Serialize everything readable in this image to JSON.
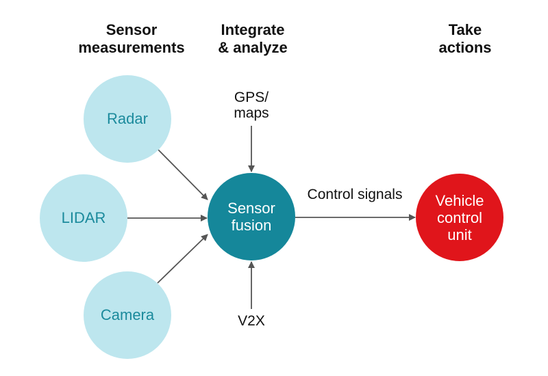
{
  "headings": {
    "sensor": [
      "Sensor",
      "measurements"
    ],
    "integrate": [
      "Integrate",
      "& analyze"
    ],
    "actions": [
      "Take",
      "actions"
    ]
  },
  "nodes": {
    "radar": "Radar",
    "lidar": "LIDAR",
    "camera": "Camera",
    "fusion": [
      "Sensor",
      "fusion"
    ],
    "vcu": [
      "Vehicle",
      "control",
      "unit"
    ]
  },
  "labels": {
    "gps": [
      "GPS/",
      "maps"
    ],
    "v2x": "V2X",
    "control_signals": "Control signals"
  },
  "colors": {
    "sensor_fill": "#bde6ee",
    "sensor_text": "#1b8a9c",
    "fusion_fill": "#15879a",
    "vcu_fill": "#e0151b",
    "arrow": "#555555"
  }
}
